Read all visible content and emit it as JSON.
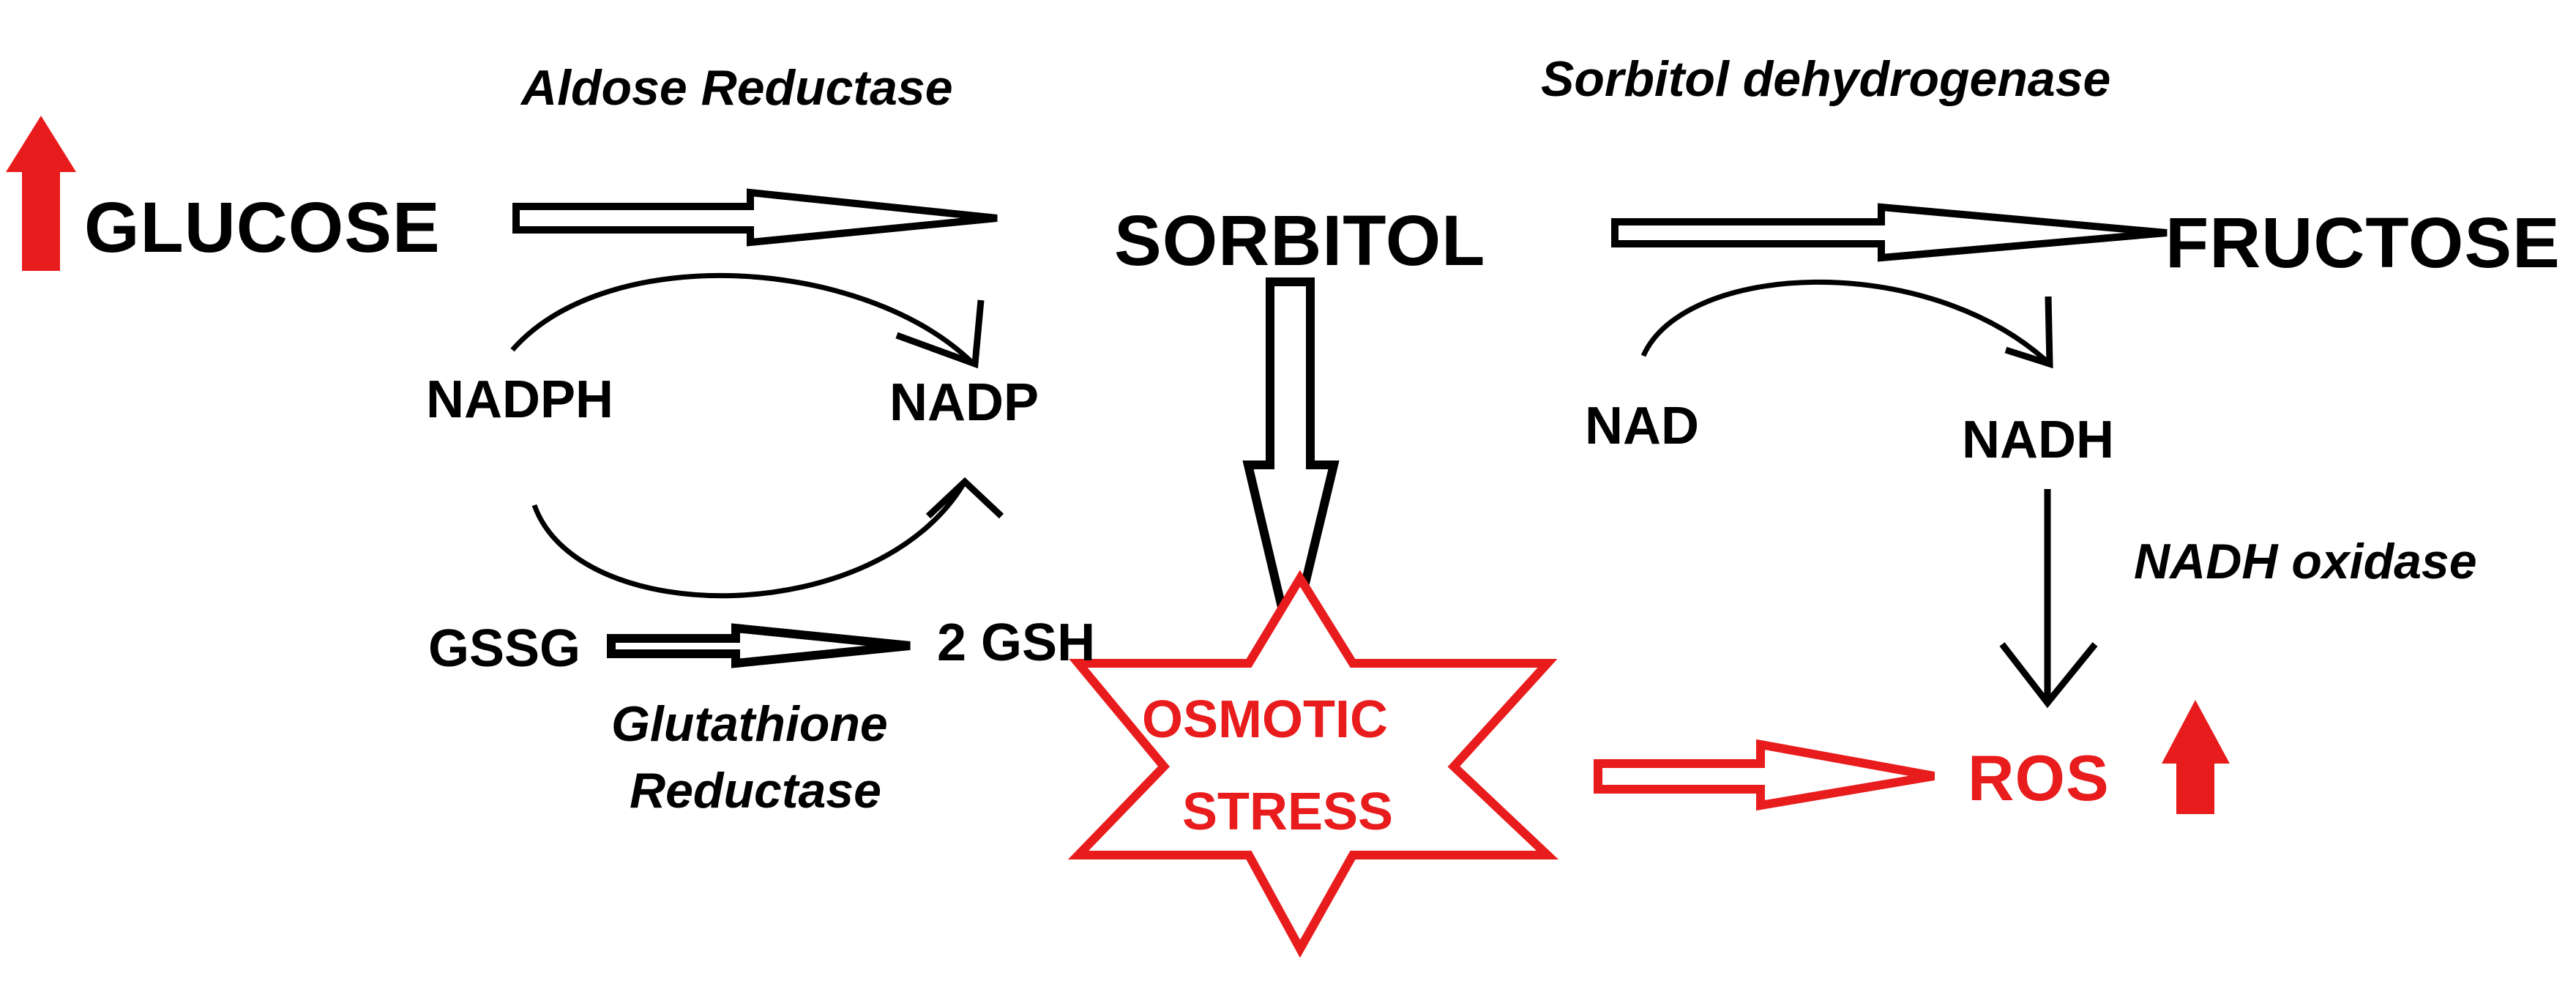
{
  "colors": {
    "ink": "#000000",
    "stress_red": "#e81c1c",
    "hollow_fill": "#ffffff"
  },
  "metabolites": {
    "glucose": "GLUCOSE",
    "sorbitol": "SORBITOL",
    "fructose": "FRUCTOSE",
    "nadph": "NADPH",
    "nadp": "NADP",
    "nad": "NAD",
    "nadh": "NADH",
    "gssg": "GSSG",
    "gsh": "2 GSH",
    "ros": "ROS"
  },
  "enzymes": {
    "aldose_reductase": "Aldose Reductase",
    "sorbitol_dehydrogenase": "Sorbitol dehydrogenase",
    "nadh_oxidase": "NADH oxidase",
    "glutathione_reductase_line1": "Glutathione",
    "glutathione_reductase_line2": "Reductase"
  },
  "stress": {
    "line1": "OSMOTIC",
    "line2": "STRESS"
  },
  "indicators": {
    "glucose_increase": "up-arrow-icon",
    "ros_increase": "up-arrow-icon"
  }
}
